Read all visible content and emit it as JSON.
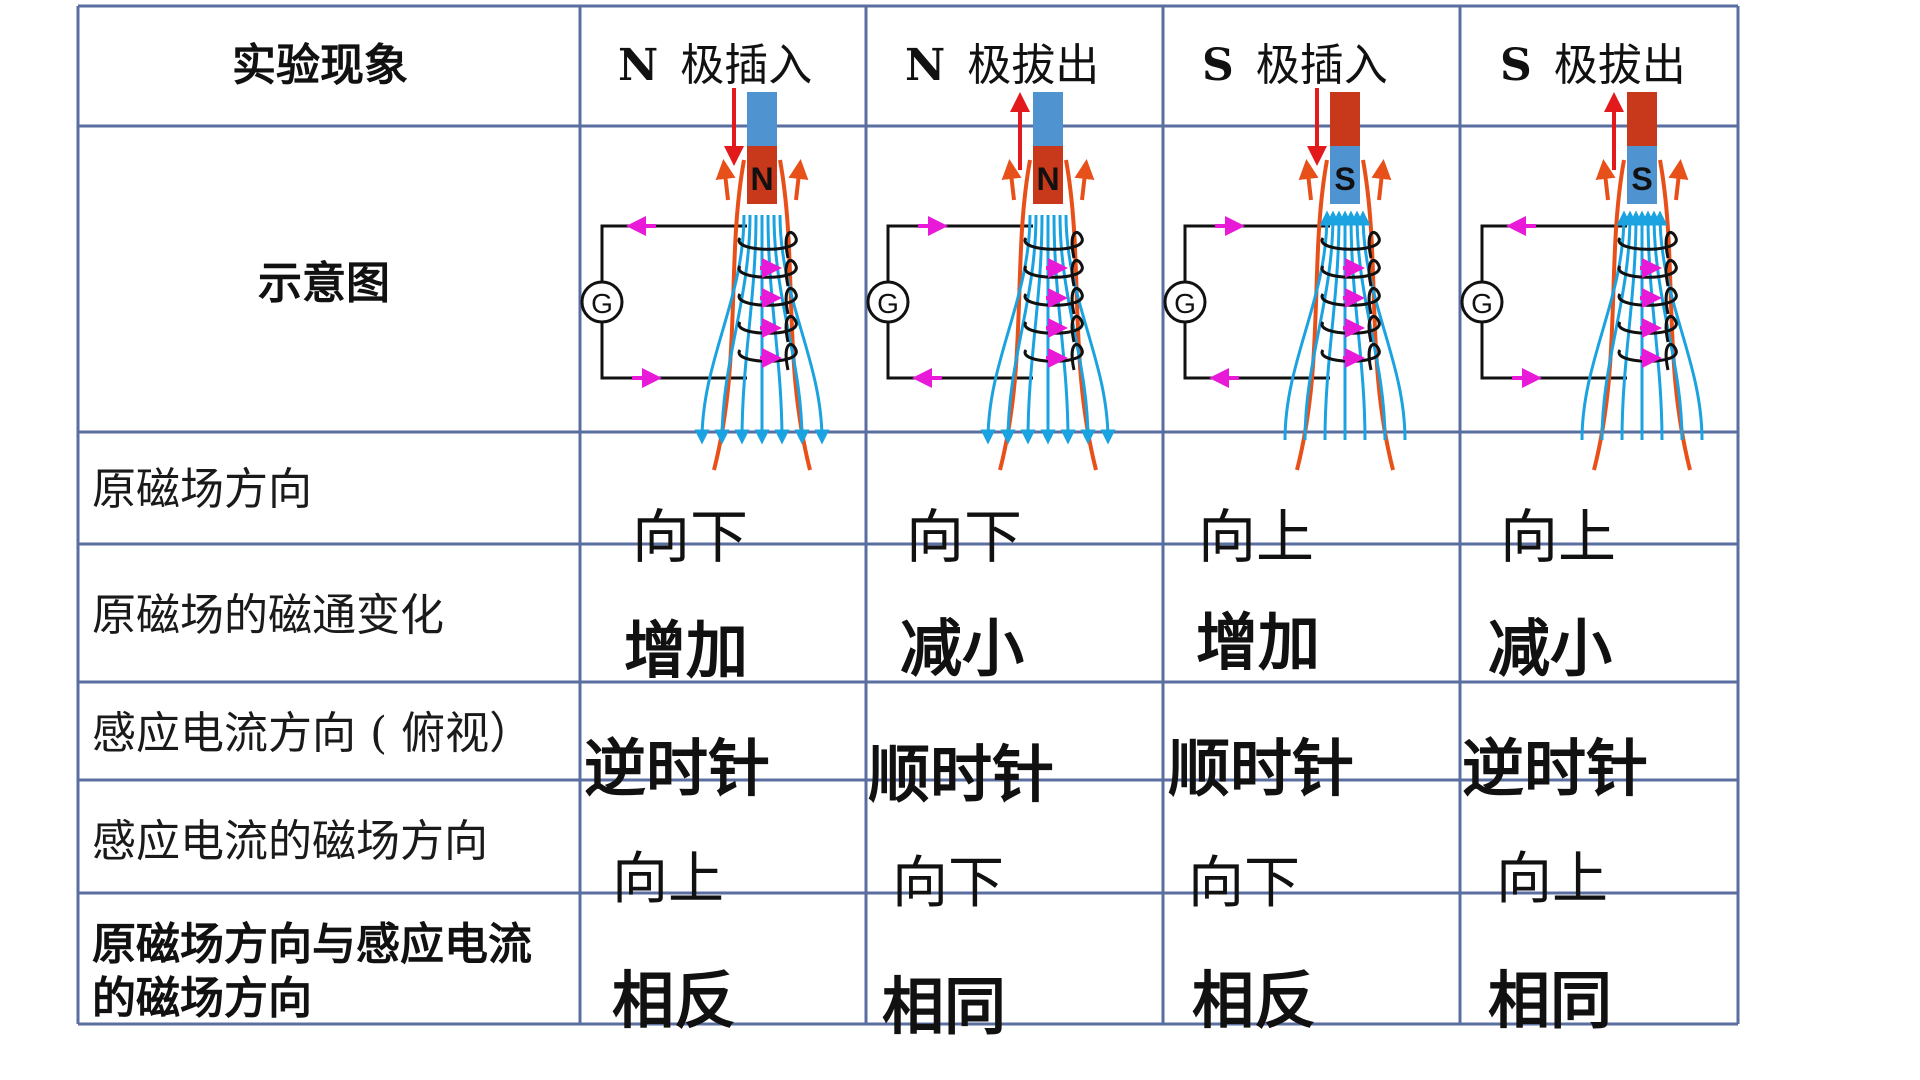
{
  "table": {
    "header": {
      "phenomenon": "实验现象",
      "columns": [
        {
          "pole": "N",
          "action": "极插入"
        },
        {
          "pole": "N",
          "action": "极拔出"
        },
        {
          "pole": "S",
          "action": "极插入"
        },
        {
          "pole": "S",
          "action": "极拔出"
        }
      ]
    },
    "diagram_row_label": "示意图",
    "diagrams": [
      {
        "magnet_lower_pole": "N",
        "motion": "down",
        "galvanometer": "G"
      },
      {
        "magnet_lower_pole": "N",
        "motion": "up",
        "galvanometer": "G"
      },
      {
        "magnet_lower_pole": "S",
        "motion": "down",
        "galvanometer": "G"
      },
      {
        "magnet_lower_pole": "S",
        "motion": "up",
        "galvanometer": "G"
      }
    ],
    "rows": [
      {
        "label": "原磁场方向",
        "values": [
          "向下",
          "向下",
          "向上",
          "向上"
        ]
      },
      {
        "label": "原磁场的磁通变化",
        "values": [
          "增加",
          "减小",
          "增加",
          "减小"
        ]
      },
      {
        "label": "感应电流方向 ( 俯视）",
        "values": [
          "逆时针",
          "顺时针",
          "顺时针",
          "逆时针"
        ]
      },
      {
        "label": "感应电流的磁场方向",
        "values": [
          "向上",
          "向下",
          "向下",
          "向上"
        ]
      },
      {
        "label": "原磁场方向与感应电流的磁场方向",
        "values": [
          "相反",
          "相同",
          "相反",
          "相同"
        ]
      }
    ]
  },
  "colors": {
    "grid": "#5b6ea0",
    "magnet_north": "#c8381a",
    "magnet_south": "#4f93d1",
    "field_lines_magnet": "#e8501a",
    "field_lines_coil": "#1aa3e0",
    "current_arrow": "#e81ad8",
    "arrow": "#e31a1c"
  }
}
